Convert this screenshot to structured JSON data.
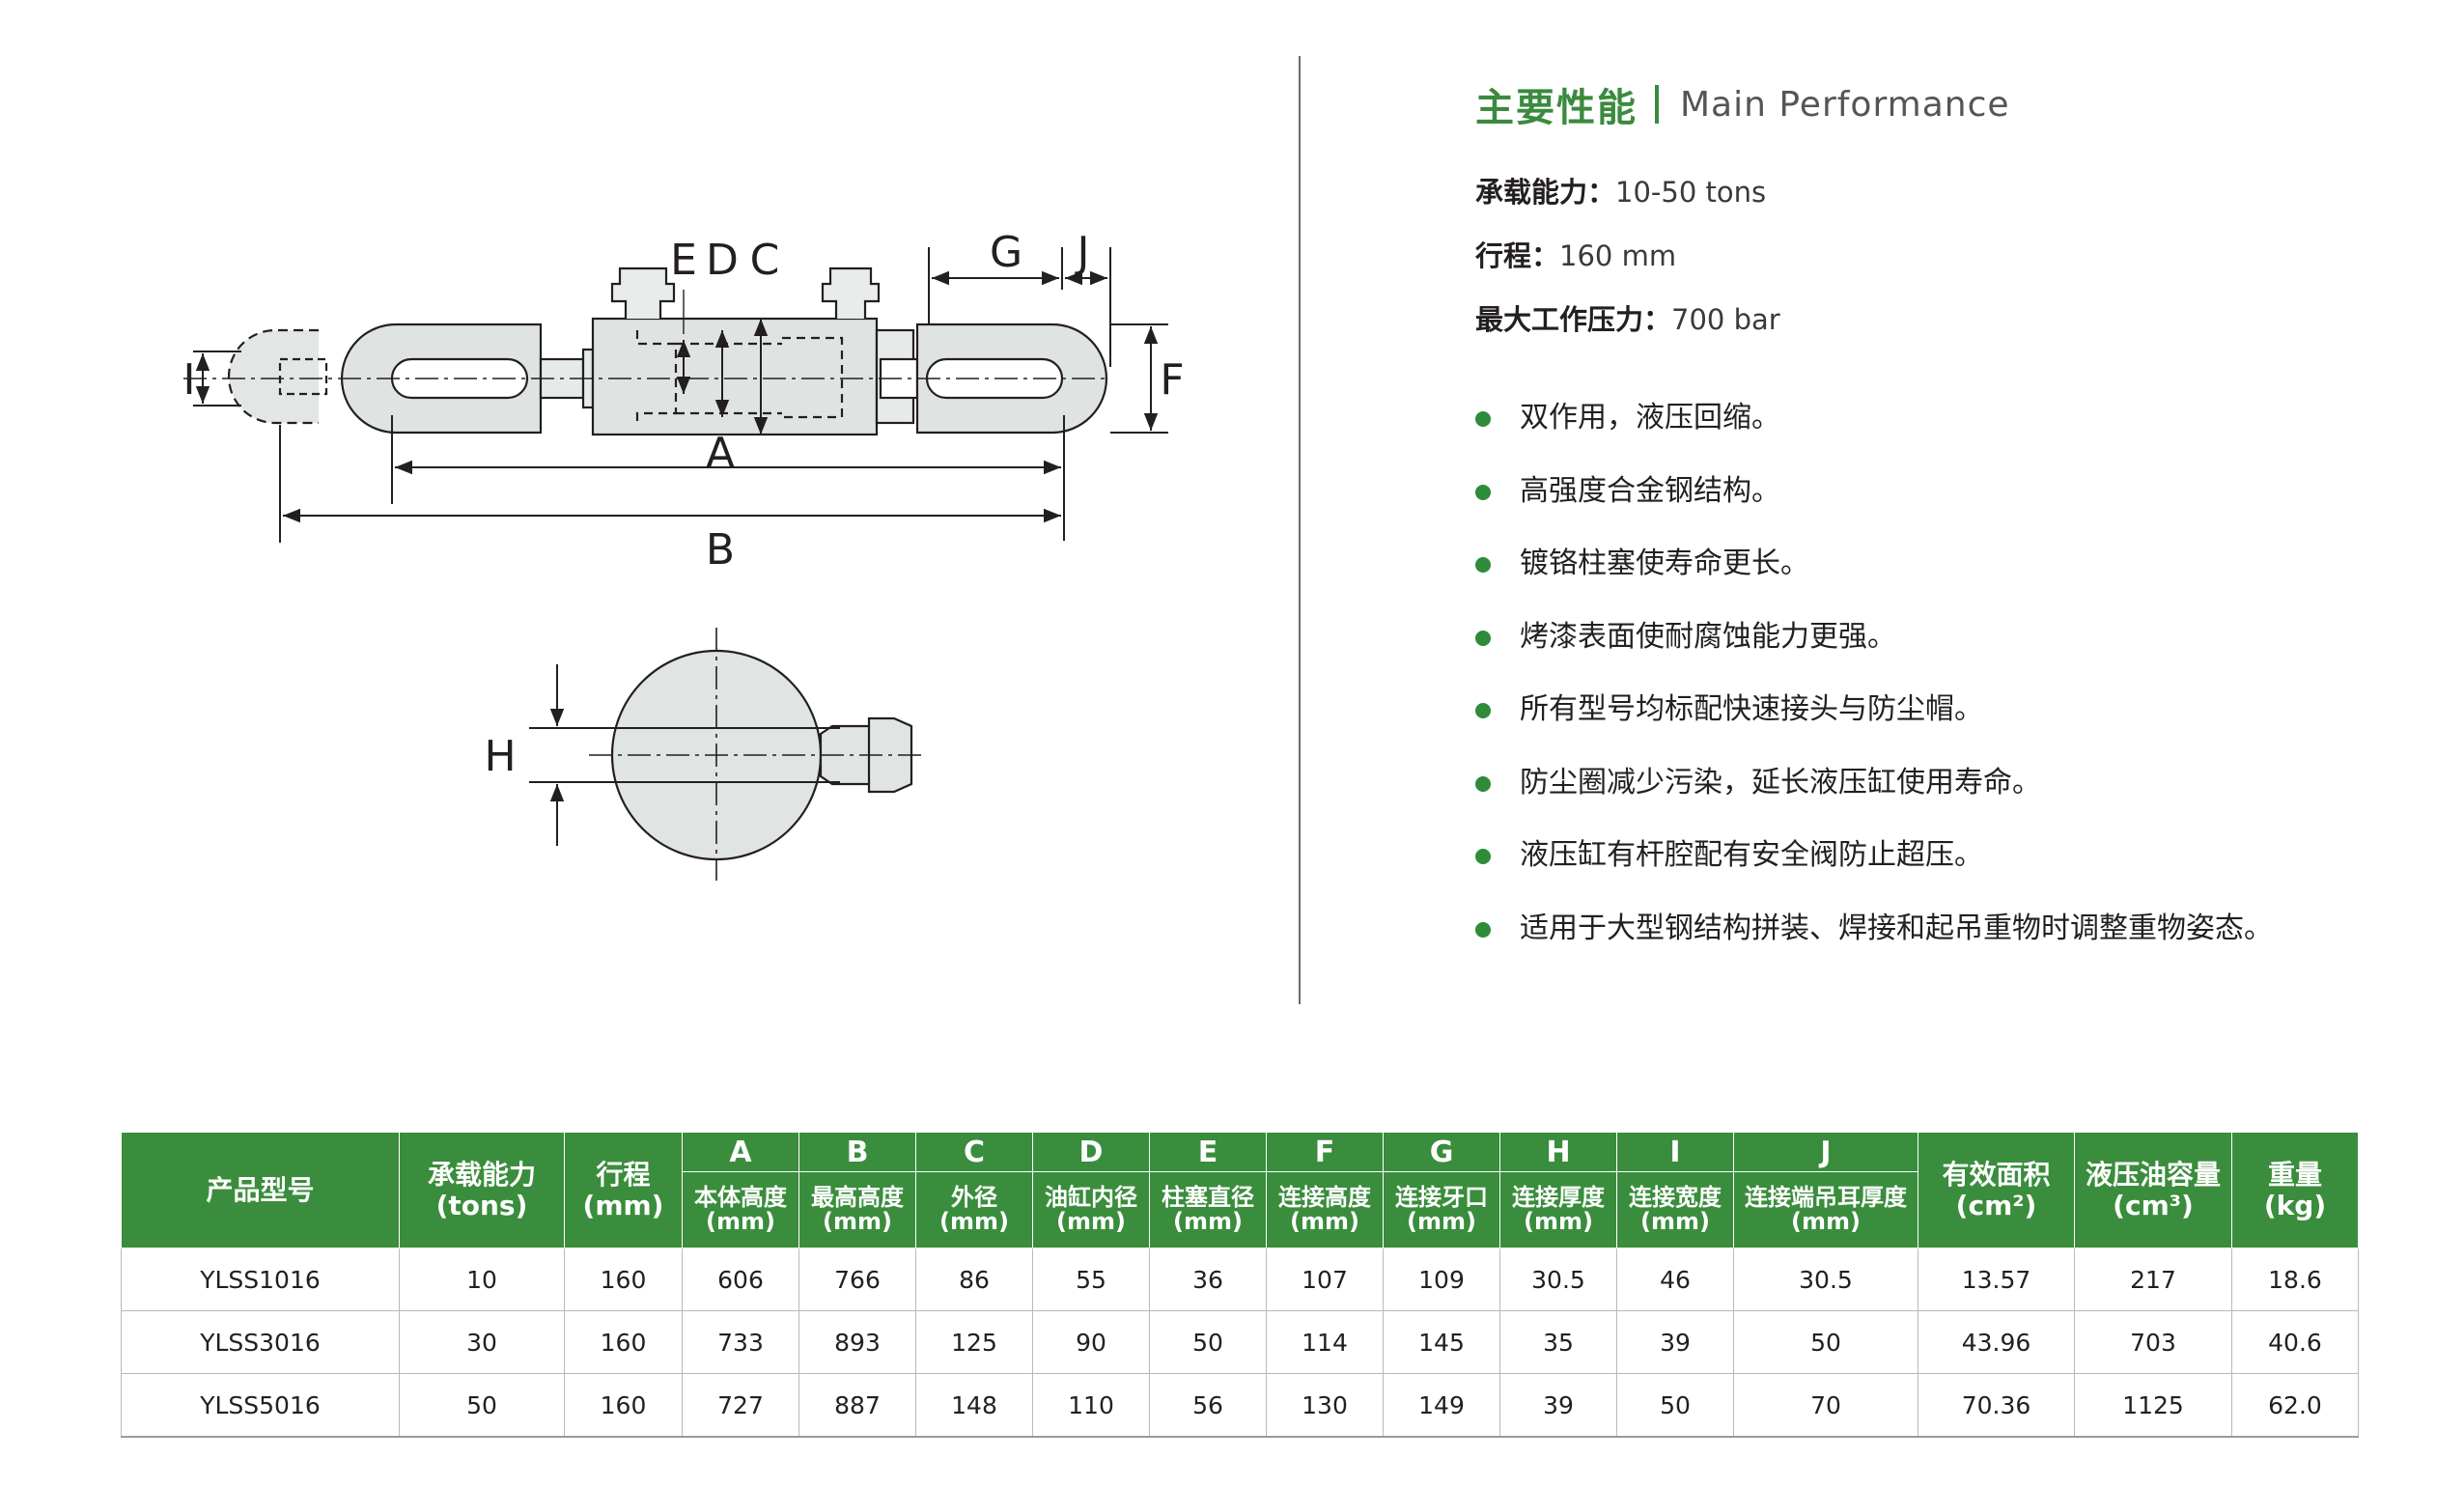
{
  "diagram": {
    "labels": {
      "e": "E",
      "d": "D",
      "c": "C",
      "g": "G",
      "j": "J",
      "i": "I",
      "f": "F",
      "a": "A",
      "b": "B",
      "h": "H"
    }
  },
  "performance": {
    "title_zh": "主要性能",
    "title_en": "Main Performance",
    "specs": [
      {
        "label": "承载能力：",
        "value": "10-50 tons"
      },
      {
        "label": "行程：",
        "value": "160 mm"
      },
      {
        "label": "最大工作压力：",
        "value": "700 bar"
      }
    ],
    "features": [
      "双作用，液压回缩。",
      "高强度合金钢结构。",
      "镀铬柱塞使寿命更长。",
      "烤漆表面使耐腐蚀能力更强。",
      "所有型号均标配快速接头与防尘帽。",
      "防尘圈减少污染，延长液压缸使用寿命。",
      "液压缸有杆腔配有安全阀防止超压。",
      "适用于大型钢结构拼装、焊接和起吊重物时调整重物姿态。"
    ],
    "bullet_color": "#2e8b3a",
    "accent_color": "#3b8a3f"
  },
  "table": {
    "header_color": "#3a8d3c",
    "head": {
      "model": "产品型号",
      "capacity": "承载能力",
      "capacity_unit": "(tons)",
      "stroke": "行程",
      "stroke_unit": "(mm)",
      "letters": [
        "A",
        "B",
        "C",
        "D",
        "E",
        "F",
        "G",
        "H",
        "I",
        "J"
      ],
      "dims": [
        "本体高度",
        "最高高度",
        "外径",
        "油缸内径",
        "柱塞直径",
        "连接高度",
        "连接牙口",
        "连接厚度",
        "连接宽度",
        "连接端吊耳厚度"
      ],
      "dim_unit": "(mm)",
      "area": "有效面积",
      "area_unit": "(cm²)",
      "oil": "液压油容量",
      "oil_unit": "(cm³)",
      "weight": "重量",
      "weight_unit": "(kg)"
    },
    "rows": [
      [
        "YLSS1016",
        "10",
        "160",
        "606",
        "766",
        "86",
        "55",
        "36",
        "107",
        "109",
        "30.5",
        "46",
        "30.5",
        "13.57",
        "217",
        "18.6"
      ],
      [
        "YLSS3016",
        "30",
        "160",
        "733",
        "893",
        "125",
        "90",
        "50",
        "114",
        "145",
        "35",
        "39",
        "50",
        "43.96",
        "703",
        "40.6"
      ],
      [
        "YLSS5016",
        "50",
        "160",
        "727",
        "887",
        "148",
        "110",
        "56",
        "130",
        "149",
        "39",
        "50",
        "70",
        "70.36",
        "1125",
        "62.0"
      ]
    ]
  }
}
